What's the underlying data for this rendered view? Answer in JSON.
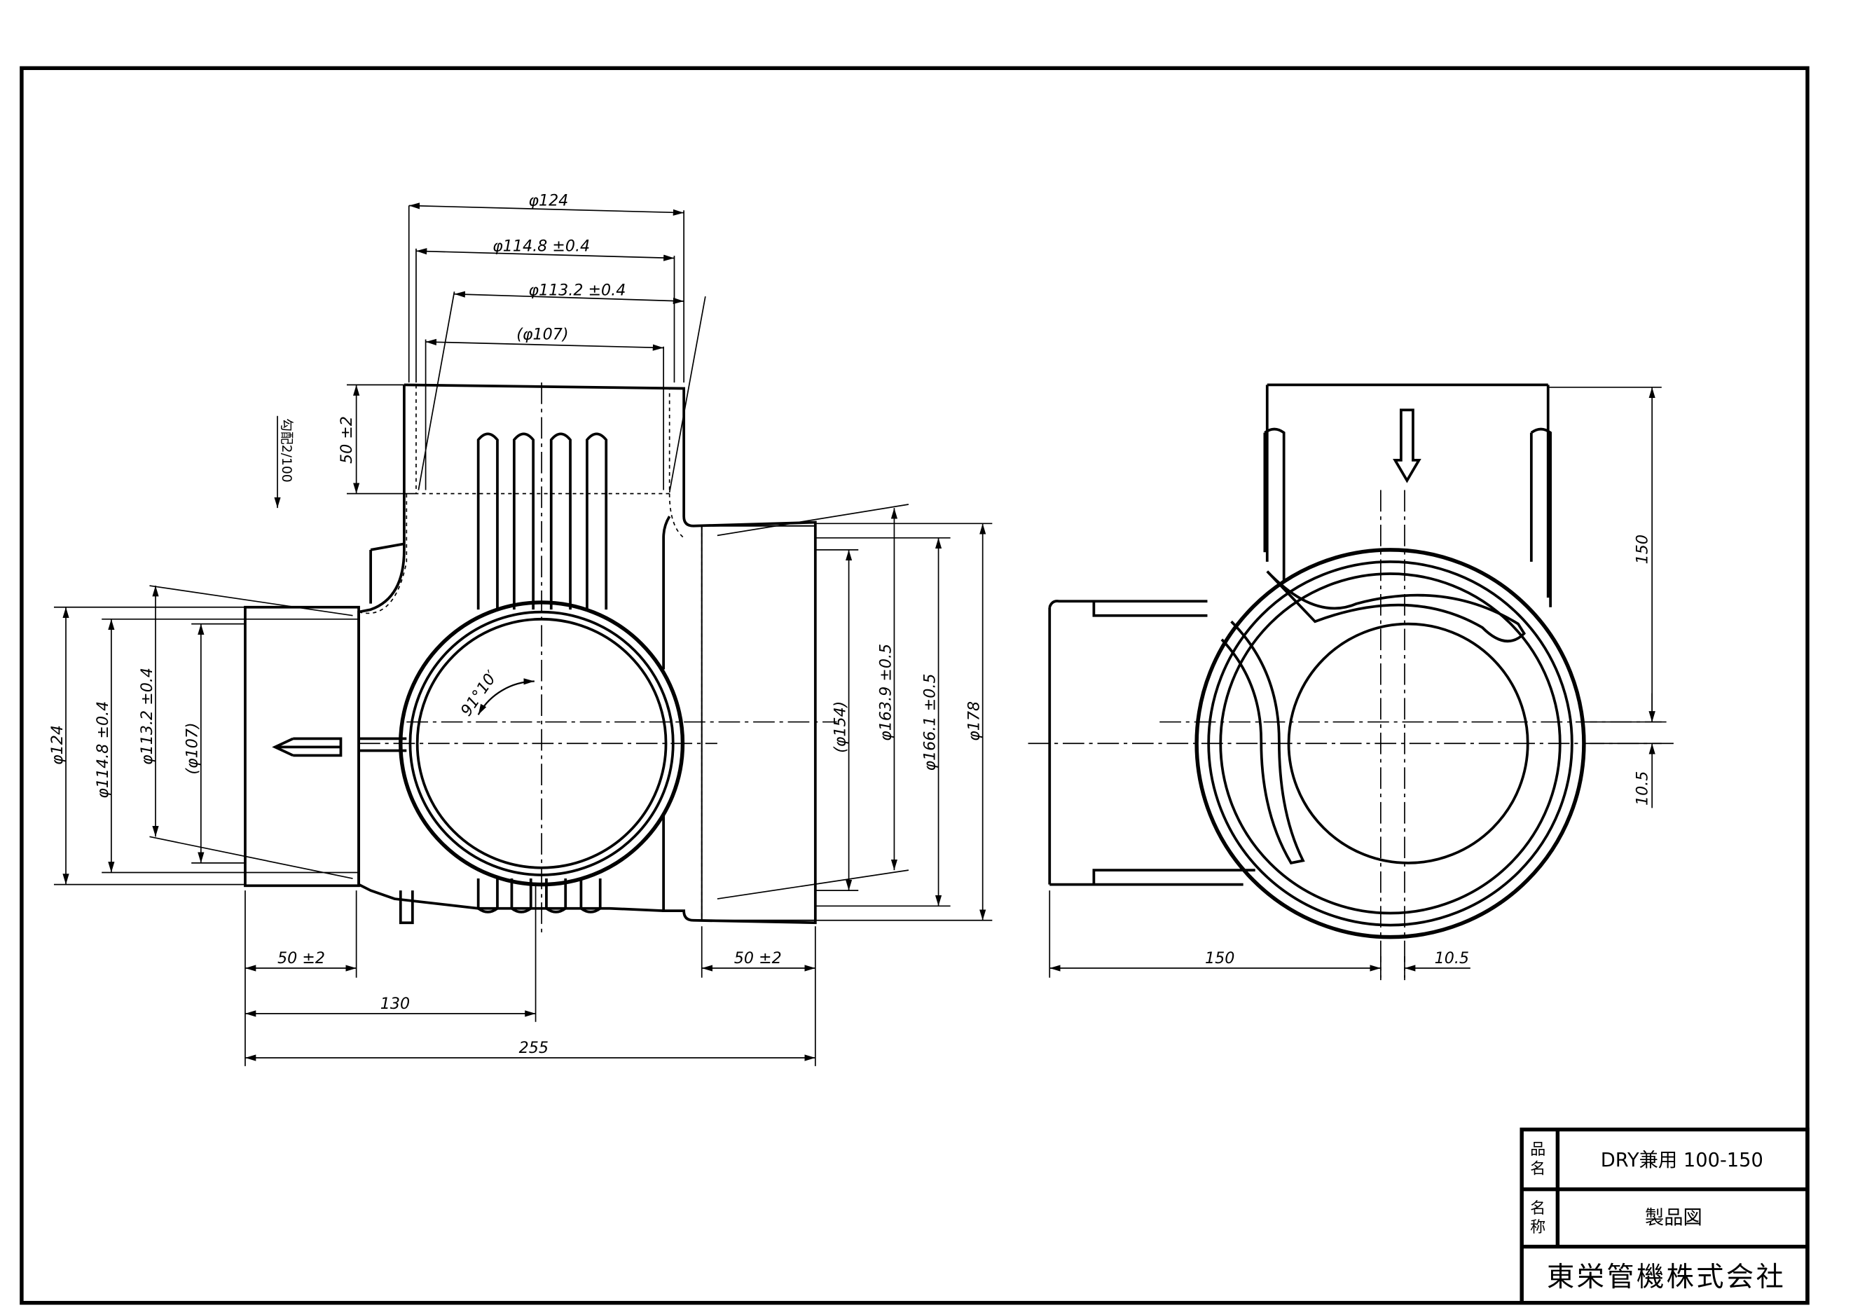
{
  "drawing": {
    "slope_note": "勾配2/100",
    "angle_label": "91°10′",
    "front_view": {
      "top_dims": [
        "φ124",
        "φ114.8 ±0.4",
        "φ113.2 ±0.4",
        "(φ107)"
      ],
      "top_height": "50 ±2",
      "left_dims": [
        "φ124",
        "φ114.8 ±0.4",
        "φ113.2 ±0.4",
        "(φ107)"
      ],
      "right_dims": [
        "(φ154)",
        "φ163.9 ±0.5",
        "φ166.1 ±0.5",
        "φ178"
      ],
      "bottom_dims": {
        "left_socket": "50 ±2",
        "center": "130",
        "overall": "255",
        "right_socket": "50 ±2"
      }
    },
    "side_view": {
      "height": "150",
      "offset_v": "10.5",
      "width": "150",
      "offset_h": "10.5"
    }
  },
  "title_block": {
    "product_label": "品名",
    "product_name": "DRY兼用 100-150",
    "title_label": "名称",
    "title": "製品図",
    "company": "東栄管機株式会社"
  }
}
